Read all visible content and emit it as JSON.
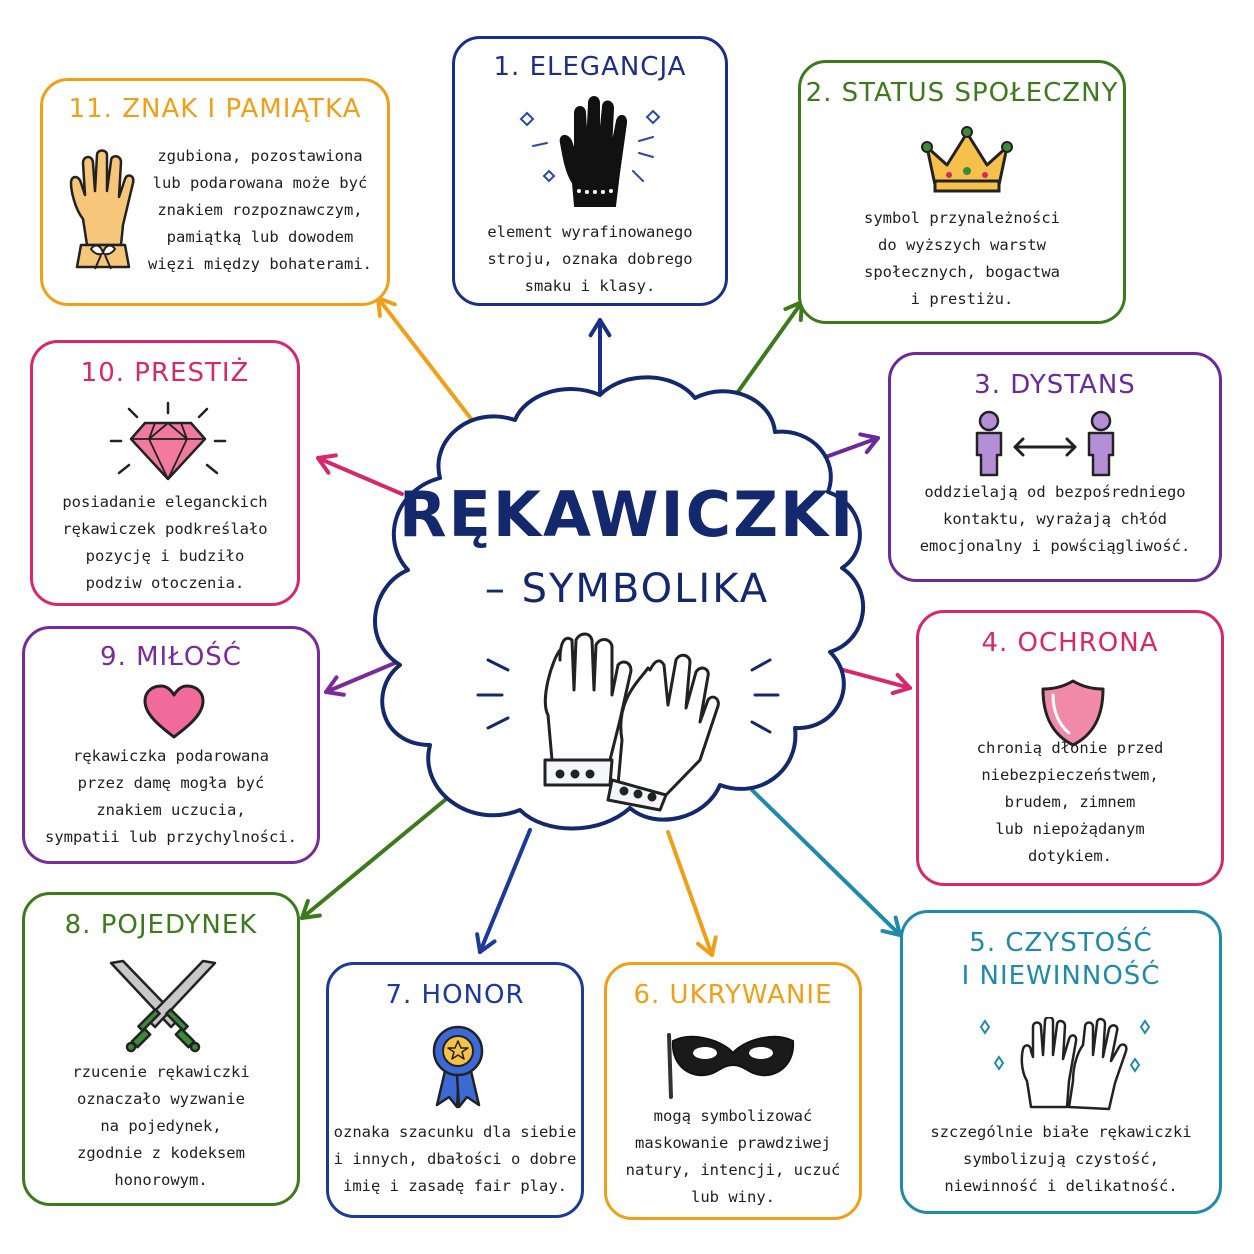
{
  "center": {
    "title": "RĘKAWICZKI",
    "subtitle": "– SYMBOLIKA"
  },
  "cards": [
    {
      "heading": "1. ELEGANCJA",
      "lines": [
        "element wyrafinowanego",
        "stroju, oznaka dobrego",
        "smaku i klasy."
      ],
      "color": "#1b2f8a",
      "icon": "black-glove-icon"
    },
    {
      "heading": "2. STATUS SPOŁECZNY",
      "lines": [
        "symbol przynależności",
        "do wyższych warstw",
        "społecznych, bogactwa",
        "i prestiżu."
      ],
      "color": "#3d7a1c",
      "icon": "crown-icon"
    },
    {
      "heading": "3. DYSTANS",
      "lines": [
        "oddzielają od bezpośredniego",
        "kontaktu, wyrażają chłód",
        "emocjonalny i powściągliwość."
      ],
      "color": "#6b2a9a",
      "icon": "people-distance-icon"
    },
    {
      "heading": "4. OCHRONA",
      "lines": [
        "chronią dłonie przed",
        "niebezpieczeństwem,",
        "brudem, zimnem",
        "lub niepożądanym",
        "dotykiem."
      ],
      "color": "#d6286a",
      "icon": "shield-icon"
    },
    {
      "heading": "5. CZYSTOŚĆ",
      "heading2": "I NIEWINNOŚĆ",
      "lines": [
        "szczególnie białe rękawiczki",
        "symbolizują czystość,",
        "niewinność i delikatność."
      ],
      "color": "#1f8aaa",
      "icon": "white-gloves-icon"
    },
    {
      "heading": "6. UKRYWANIE",
      "lines": [
        "mogą symbolizować",
        "maskowanie prawdziwej",
        "natury, intencji, uczuć",
        "lub winy."
      ],
      "color": "#f0a018",
      "icon": "mask-icon"
    },
    {
      "heading": "7. HONOR",
      "lines": [
        "oznaka szacunku dla siebie",
        "i innych, dbałości o dobre",
        "imię i zasadę fair play."
      ],
      "color": "#1b3a9a",
      "icon": "medal-icon"
    },
    {
      "heading": "8. POJEDYNEK",
      "lines": [
        "rzucenie rękawiczki",
        "oznaczało wyzwanie",
        "na pojedynek,",
        "zgodnie z kodeksem",
        "honorowym."
      ],
      "color": "#3d7a1c",
      "icon": "crossed-swords-icon"
    },
    {
      "heading": "9. MIŁOŚĆ",
      "lines": [
        "rękawiczka podarowana",
        "przez damę mogła być",
        "znakiem uczucia,",
        "sympatii lub przychylności."
      ],
      "color": "#7a2a9a",
      "icon": "heart-icon"
    },
    {
      "heading": "10. PRESTIŻ",
      "lines": [
        "posiadanie eleganckich",
        "rękawiczek podkreślało",
        "pozycję i budziło",
        "podziw otoczenia."
      ],
      "color": "#d6286a",
      "icon": "diamond-icon"
    },
    {
      "heading": "11. ZNAK I PAMIĄTKA",
      "lines": [
        "zgubiona, pozostawiona",
        "lub podarowana może być",
        "znakiem rozpoznawczym,",
        "pamiątką lub dowodem",
        "więzi między bohaterami."
      ],
      "color": "#f0a018",
      "icon": "lace-glove-icon"
    }
  ]
}
